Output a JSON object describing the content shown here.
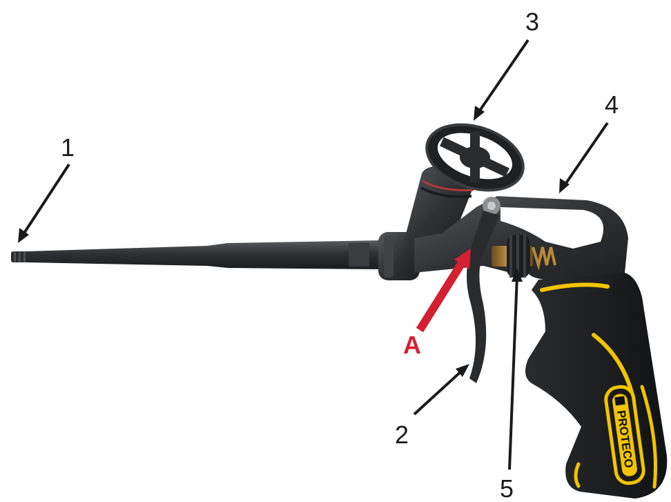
{
  "labels": {
    "l1": "1",
    "l2": "2",
    "l3": "3",
    "l4": "4",
    "l5": "5",
    "lA": "A"
  },
  "logo": {
    "text": "PROTECO"
  },
  "colors": {
    "body": "#2c2e31",
    "body_light": "#4a4c50",
    "grip_accent": "#f2c400",
    "arrow": "#1a1a1a",
    "arrow_red": "#d42030",
    "brass": "#b8893a"
  },
  "icons": {
    "product": "foam-gun-icon"
  }
}
